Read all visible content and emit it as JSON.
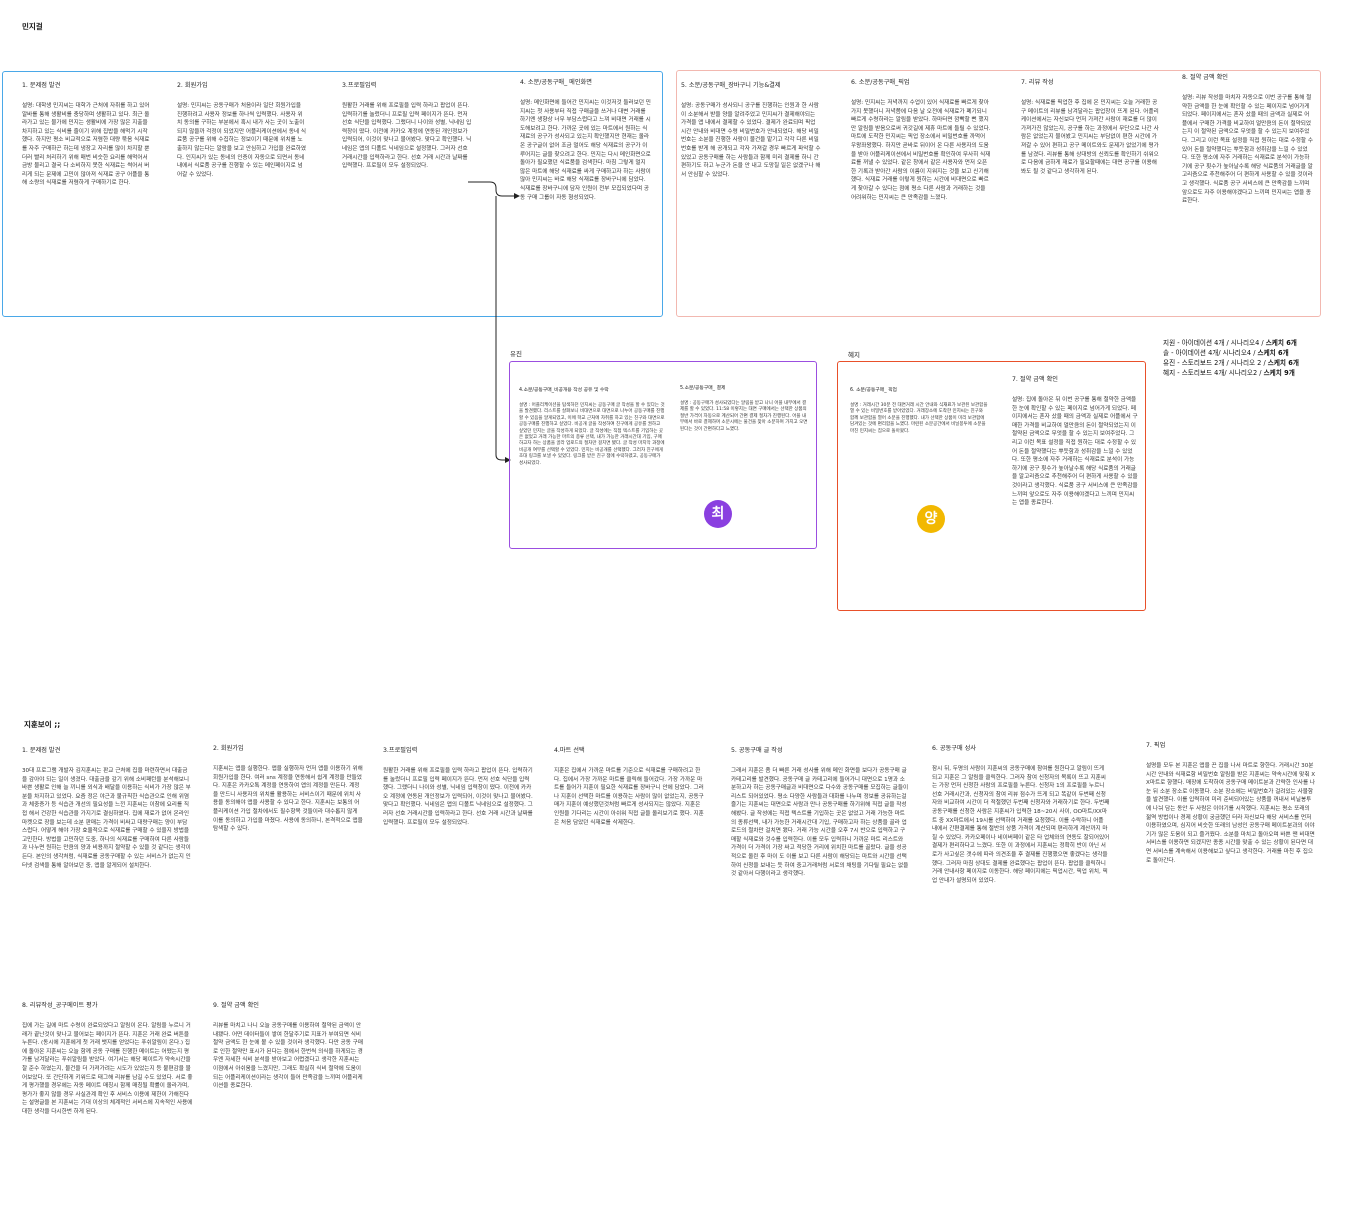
{
  "board": {
    "section_a_label": "민지걸",
    "section_b_label": "지훈보이 ;;"
  },
  "blue_group": [
    {
      "title": "1. 문제점 발견",
      "body": "설명: 대학생 민지씨는 대학가 근처에 자취를 하고 있어 알바를 통해 생활비를 충당하며 생활하고 있다. 최근 올라가고 있는 물가에 민지는 생활비에 가장 많은 지출을 차지하고 있는 식비를 줄이기 위해 집밥을 해먹기 시작했다. 하지만 평소 비교적으로 저렴한 대량 묶음 식재료를 자주 구매하곤 하는데 냉장고 자리를 많이 차지할 뿐더러 빨리 처리하기 위해 매번 비슷한 요리를 해먹어서 금방 물리고 결국 다 소비하지 못한 식재료는 썩어서 버리게 되는 문제에 고민이 많아져 식재료 공구 어플을 통해 소량의 식재료를 저렴하게 구매하기로 한다."
    },
    {
      "title": "2. 회원가입",
      "body": "설명: 민지씨는 공동구매가 처음이라 일단 회원가입을 진행하려고 사용자 정보를 하나씩 입력했다. 사용자 위치 동의를 구하는 부분에서 혹시 내가 사는 곳이 노출이 되지 않을까 걱정이 되었지만 어플리케이션에서 동네 식료품 공구를 위해 수집하는 정보이기 때문에 위치를 노출하지 않는다는 알람을 보고 안심하고 가입을 완료하였다. 인지씨가 있는 동네의 인증이 자동으로 되면서 동네 내에서 식료품 공구를 진행할 수 있는 메인페이지로 넘어갈 수 있었다."
    },
    {
      "title": "3.프로필입력",
      "body": "원활한 거래를 위해 프로필을 입력 하라고 팝업이 뜬다. 입력하기를 눌렀더니 프로필 입력 페이지가 뜬다. 먼저 선호 식단을 입력했다. 그랬더니 나이와 성별, 닉네임 입력창이 떴다. 이전에 카카오 계정에 연동된 개인정보가 입력되어, 이것이 맞나고 물어봤다. 맞다고 확인했다. 닉네임은 앱의 디폴트 닉네임으로 설정했다. 그러자 선호 거래시간을 입력하라고 한다. 선호 거래 시간과 날짜를 입력했다. 프로필이 모두 설정되었다."
    },
    {
      "title": "4. 소분/공동구매_ 메인화면",
      "body": "설명: 메인화면에 들어간 민지씨는 이것저것 둘러보던 민지씨는 첫 사용부터 직접 구매글을 쓰거나 대변 거래를 하기엔 생향상 너무 부담스럽다고 느껴 비대면 거래를 시도해보려고 한다. 가까운 곳에 있는 마트에서 원하는 식재료의 공구가 성사되고 있는지 확인했지만 현재는 올라온 공구글이 없어 조금 멀어도 해당 식재료의 공구가 이루어지는 글을 찾으려고 한다. 민지는 다시 메인화면으로 돌아가 필요했던 식료품을 검색한다. 마침 그렇게 멀지 않은 마트에 해당 식재료를 싸게 구매하고자 하는 사람이 많아 민지씨는 바로 해당 식재료를 장바구니에 담았다. 식재료를 장바구니에 담자 인원이 전부 모집되었다며 공동 구매 그룹이 자동 형성되었다."
    }
  ],
  "red_group": [
    {
      "title": "5. 소분/공동구매_장바구니 기능&결제",
      "body": "설명: 공동구매가 성사되니 공구를 진행하는 인원과 한 사람이 소분해서 받을 양을 알려주었고 민지씨가 결제해야되는 가격을 앱 내에서 결제할 수 있었다. 결제가 완료되며 픽업 시간 안내와 비대면 수령 비밀번호가 안내되었다. 해당 비밀번호는 소분을 진행한 사람이 물건을 맡기고 각각 다른 비밀번호를 받게 해 공개되고 각자 가져갈 경우 빠르게 파악할 수 있었고 공동구매를 하는 사람들과 함께 미리 결제를 하니 간편하기도 하고 누군가 돈을 안 내고 도망칠 일은 없겠구나 해서 안심할 수 있었다."
    },
    {
      "title": "6. 소분/공동구매_픽업",
      "body": "설명: 민지씨는 저녁까지 수업이 있어 식재료를 빠르게 찾아가지 못했더니 저녁쯤에 다음 날 오전에 식재료가 폐기되니 빠르게 수령하라는 알림을 받았다. 하마터면 깜빡할 뻔 했지만 알림을 받음으로써 귀갓길에 제휴 마트에 들릴 수 있었다. 마트에 도착한 민지씨는 픽업 장소에서 비밀번호를 까먹어 우왕좌왕했다. 하지만 곧바로 뒤이어 온 다른 사용자의 도움을 받아 어플리케이션에서 비밀번호를 확인하여 무사히 식재료를 꺼낼 수 있었다. 같은 창에서 같은 사용자와 먼저 오픈한 기록과 받아간 사람의 이름이 지워지는 것을 보고 신기해했다. 식재료 거래를 이렇게 원하는 시간에 비대면으로 빠르게 찾아갈 수 있다는 점에 평소 다른 사람과 거래하는 것을 어려워하는 민지씨는 큰 만족감을 느꼈다."
    },
    {
      "title": "7. 리뷰 작성",
      "body": "설명: 식재료를 픽업한 후 집에 온 민지씨는 오늘 거래한 공구 메이트의 리뷰를 남겨달라는 팝업창이 뜨게 된다. 어플리케이션에서는 자신보다 먼저 가져간 사람이 재료를 더 많이 가져가진 않았는지, 공구를 하는 과정에서 무단으로 나간 사람은 없었는지 물어봤고 민지씨는 부담없이 편한 시간에 가져갈 수 있어 편하고 공구 메이트와도 문제가 없었기에 평가를 남겼다. 리뷰를 통해 상대방의 신뢰도를 확인하기 쉬워으로 다음에 금하게 재료가 필요할때에는 대면 공구를 이용해봐도 될 것 같다고 생각하게 된다."
    },
    {
      "title": "8. 절약 금액 확인",
      "body": "설명: 리뷰 작성을 마치자 자동으로 이번 공구를 통해 절약한 금액을 한 눈에 확인할 수 있는 페이지로 넘어가게 되었다. 페이지에서는 혼자 샀을 때의 금액과 실제로 어플에서 구매한 가격을 비교하여 얼만큼의 돈이 절약되었는지 이 절약된 금액으로 무엇을 할 수 있는지 보여주었다. 그리고 이런 목표 설정을 직접 원하는 대로 수정할 수 있어 돈을 절약했다는 뿌듯함과 성취감을 느낄 수 있었다. 또한 평소에 자주 거래하는 식재료로 분석이 가능하기에 공구 횟수가 높아날수록 해당 식료품의 거래글을 알고리즘으로 추천해주어 더 편하게 사용할 수 있을 것이라고 생각했다. 식료품 공구 서비스에 큰 만족감을 느끼며 앞으로도 자주 이용해야겠다고 느끼며 민지씨는 앱을 종료한다."
    }
  ],
  "yujin": {
    "label": "유진",
    "cols": [
      {
        "title": "4.소분/공동구매_비공개용 작성 공유 및 수락",
        "body": "설명 : 어플리케이션을 탐색하던 민지씨는 공동구매 글 작성을 할 수 있다는 것을 발견했다. 리스트를 살펴보니 비대면으로 대면으로 나누어 공동구매를 진행할 수 있음을 알게되었고, 이에 학교 근처에 자취를 하고 있는 친구와 대면으로 공동구매를 진행하고 싶었다. 비공개 글을 작성하여 친구에게 공유를 권하고 싶었던 민지는 글을 작성하게 되었다. 글 작성에는 직접 텍스트를 기입하는 곳은 없었고 거래 가능한 마트의 종류 선택, 내가 가능한 거래시간대 기입, 구매하고자 하는 상품을 골라 업로드의 절차만 걸치면 됐다. 글 작성 마지막 과정에 비공개 여부를 선택할 수 있었다. 민지는 비공개를 선택했다. 그러자 친구에게 초대 링크를 보낼 수 있었다. 링크를 받은 친구 잼에 수락하였고, 공동구매가 성사되었다."
      },
      {
        "title": "5.소분/공동구매_ 결제",
        "body": "설명 : 공동구매가 성사되었다는 알림을 받고 나니 어플 내부에서 결제를 할 수 있었다. 11:58 이렇지는 대면 구매에서는 선택한 상품의 절반 가격이 자동으로 계산되어 간편 결제 절차가 진행된다. 어플 내부에서 바로 결제하며 소분시에는 물건을 찾아 소분하며 가지고 오면 된다는 것이 간편하다고 느꼈다."
      }
    ],
    "avatar": "최"
  },
  "hyeji": {
    "label": "혜지",
    "cols": [
      {
        "title": "6. 소분/공동구매_ 픽업",
        "body": "설명 : 거래시간 30분 전 대면거래 시간 안내와 식재료가 보관된 보관함을 열 수 있는 비밀번호를 받아았었다. 거래장소에 도착한 민지씨는 친구와 함께 보관함을 열어 소분을 진행했다. 내가 선택한 상품이 미리 보관함에 담겨있는 것에 편리함을 느꼈다. 마련된 소분공간에서 비닐봉투에 소분을 마친 민지씨는 집으로 돌아왔다."
      },
      {
        "title": "7. 절약 금액 확인",
        "body": "설명: 집에 돌아온 뒤 이번 공구를 통해 절약한 금액을 한 눈에 확인할 수 있는 페이지로 넘어가게 되었다. 페이지에서는 혼자 샀을 때의 금액과 실제로 어플에서 구매한 가격을 비교하여 얼만큼의 돈이 절약되었는지 이 절약된 금액으로 무엇을 할 수 있는지 보여주었다. 그리고 이런 목표 설정을 직접 원하는 대로 수정할 수 있어 돈을 절약했다는 뿌듯함과 성취감을 느낄 수 있었다. 또한 평소에 자주 거래하는 식재료로 분석이 가능하기에 공구 횟수가 높아날수록 해당 식료품의 거래글을 알고리즘으로 추천해주어 더 편하게 사용할 수 있을 것이라고 생각했다. 식료품 공구 서비스에 큰 만족감을 느끼며 앞으로도 자주 이용해야겠다고 느끼며 민지씨는 앱을 종료한다."
      }
    ],
    "avatar": "양"
  },
  "legend": [
    {
      "text": "지원 - 아이데이션 4개 / 시나리오4 /",
      "bold": "스케치 6개"
    },
    {
      "text": "솔 - 아이데이션 4개/ 시나리오4 /",
      "bold": "스케치 6개"
    },
    {
      "text": "유진 - 스토리보드 2개 / 시나리오 2 /",
      "bold": "스케치 6개"
    },
    {
      "text": "혜지 - 스토리보드 4개/ 시나리오2 /",
      "bold": "스케치 9개"
    }
  ],
  "jihoon_row1": [
    {
      "title": "1. 문제점 발견",
      "body": "30대 프로그램 개발자 김지훈씨는 판교 근처에 집을 마련하면서 대출금을 갚아야 되는 일이 생겼다. 대출금을 갚기 위해 소비패턴을 분석해보니 바쁜 생활로 인해 늘 끼니를 외식과 배달을 이용하는 식비가 가장 많은 부분을 차지하고 있었다. 요즘 정은 야근과 불규칙한 식습관으로 인해 위염과 체중증가 등 식습관 개선의 필요성을 느낀 지훈씨는 이참에 요리를 직접 해서 건강한 식습관을 가지기로 결심하였다. 집에 재료가 없어 온라인 마켓으로 장을 보는데 소분 판매는 가격이 비싸고 대량구매는 양이 부담스럽다. 어떻게 해야 가장 효율적으로 식재료를 구매할 수 있을지 방법을 고민한다. 방법을 고민하던 도중, 하나의 식재료를 구매하여 다른 사람들과 나누면 원하는 만큼의 양과 비용까지 절약할 수 있을 것 같다는 생각이 든다. 본인의 생각처럼, 식재료를 공동구매할 수 있는 서비스가 없는지 인터넷 검색을 통해 알아보던 중, 앱을 알게되어 설치한다."
    },
    {
      "title": "2. 회원가입",
      "body": "지훈씨는 앱을 실행한다. 앱을 실행하자 먼저 앱을 이용하기 위해 회원가입을 한다. 여러 sns 계정을 연동해서 쉽게 계정을 만들었다. 지훈은 카카오톡 계정을 연동하여 앱의 계정을 만든다. 계정을 만드니 사용자의 위치를 활용하는 서비스이기 때문에 위치 사용을 동의해야 앱을 사용할 수 있다고 한다. 지훈씨는 보통의 어플리케이션 가입 절차에서도 필수항목 것들이라 대수롭지 않게 이를 동의하고 가입을 마쳤다. 사용에 동의하니, 본격적으로 앱을 탐색할 수 있다."
    },
    {
      "title": "3.프로필입력",
      "body": "원활한 거래를 위해 프로필을 입력 하라고 팝업이 뜬다. 입력하기를 눌렀더니 프로필 입력 페이지가 뜬다. 먼저 선호 식단을 입력했다. 그랬더니 나이와 성별, 닉네임 입력창이 떴다. 이전에 카카오 계정에 연동된 개인정보가 입력되어, 이것이 맞나고 물어봤다. 맞다고 확인했다. 닉네임은 앱의 디폴트 닉네임으로 설정했다. 그러자 선호 거래시간을 입력하라고 한다. 선호 거래 시간과 날짜를 입력했다. 프로필이 모두 설정되었다."
    },
    {
      "title": "4.마트 선택",
      "body": "지훈은 집에서 가까운 마트를 기준으로 식재료를 구매하려고 한다. 집에서 가장 가까운 마트를 클릭해 들어갔다. 가장 가까운 마트를 들어가 지훈이 필요한 식재료를 장바구니 안에 담았다. 그러나 지훈이 선택한 마트를 이용하는 사람이 많이 없었는지, 공동구매가 지훈이 예상했던것처럼 빠르게 성사되지는 않았다. 지훈은 인원을 기다리는 시간이 아쉬워 직접 글을 올리보기로 했다. 지훈은 처음 담았던 식재료를 삭제한다."
    },
    {
      "title": "5. 공동구매 글 작성",
      "body": "그래서 지훈은 좀 더 빠른 거래 성사를 위해 메인 화면을 보다가 공동구매 글 카테고리를 발견했다. 공동구매 글 카테고리에 들어가니 대면으로 1명과 소분하고자 하는 공동구매글과 비대면으로 다수와 공동구매를 모집하는 글들이 리스트 되어있었다. 평소 다양한 사람들과 대화를 나누며 정보를 공유하는걸 즐기는 지훈씨는 대면으로 사람과 만나 공동구매를 하기위해 직접 글을 작성해봤다. 글 작성에는 직접 텍스트를 기입하는 곳은 없었고 거래 가능한 마트의 종류선택, 내가 가능한 거래시간대 기입, 구매하고자 하는 상품을 골라 업로드의 절차만 걸치면 됐다. 거래 가능 시간을 오후 7시 반으로 입력하고 구매할 식재료와 것수를 입력한다. 이를 모두 입력하니 가까운 마트 리스트와 가격이 더 가격이 가장 싸고 적당한 거리에 위치한 마트를 골랐다. 글을 성공적으로 올린 후 마이 도 이를 보고 다른 사람이 해당되는 마트와 시간을 선택하여 신청을 보내는 듯 하여 중고거래처럼 서로의 채팅을 기다릴 필요는 없을 것 같아서 다행이라고 생각했다."
    },
    {
      "title": "6. 공동구매 성사",
      "body": "잠시 뒤, 두명의 사람이 지훈씨의 공동구매에 참여를 원한다고 알림이 뜨게 되고 지훈은 그 알림을 클릭한다. 그러자 참여 신청자의 목록이 뜨고 지훈씨는 가장 먼저 신청한 사람의 프로필을 누른다. 신청자 1의 프로필을 누르니 선호 거래시간과, 신청자의 참여 리뷰 점수가 뜨게 되고 똑같이 두번째 신청자와 비교하여 시간이 더 적절했던 두번째 신청자와 거래하기로 한다. 두번째 공동구매를 신청한 사람은 지훈씨가 입력한 18~20시 사이, OO마트/XX마트 중 XX마트에서 19시를 선택하여 거래를 요청했다. 이를 수락하니 어플 내에서 간편결제를 통해 절반의 상품 가격이 계산되며 편리하게 계산까지 마칠 수 있었다. 카카오페이나 네이버페이 같은 타 업체와의 연동도 잘되어있어 결제가 편리하다고 느꼈다. 또한 이 과정에서 지훈씨는 정확히 반이 아닌 서로가 사고싶은 갯수에 따라 의견조율 후 결제를 진행했으면 좋겠다는 생각을 했다. 그러자 마침 상대도 결제를 완료했다는 팝업이 뜬다. 팝업을 클릭하니 거래 안내사항 페이지로 이동한다. 해당 페이지에는 픽업시간, 픽업 위치, 픽업 안내가 설명되어 있었다."
    },
    {
      "title": "7. 픽업",
      "body": "설명을 모두 본 지훈은 앱을 끈 집을 나서 마트로 향한다. 거래시간 30분 시간 안내와 식재료함 비밀번호 알림을 받은 지훈씨는 약속시간에 맞춰 XX마트로 향했다. 매장에 도착하여 공동구매 메이트분과 간략한 인사를 나눈 뒤 소분 장소로 이동했다. 소분 장소에는 비밀번호가 걸려있는 사물함을 발견했다. 이를 입력하여 미리 준비되어있는 상품을 꺼내서 비닐봉투에 나눠 담는 동안 두 사람은 이야기를 시작했다. 지훈씨는 평소 또래의 젊역 방법이나 경제 상황이 궁금했던 터라 자신보다 해당 서비스를 먼저 이용하였으며, 심지어 비슷한 또래의 남성인 공동구매 메이트분과의 이야기가 많은 도움이 되고 즐거웠다. 소분을 마치고 돌아오며 바쁜 땐 비대면 서비스를 이용하면 되겠지만 종종 시간을 맞출 수 있는 상황이 된다면 대면 서비스를 계속해서 이용해보고 싶다고 생각한다. 거래를 마친 후 집으로 돌아간다."
    }
  ],
  "jihoon_row2": [
    {
      "title": "8. 리뷰작성_공구메이트 평가",
      "body": "집에 가는 길에 마트 수령이 완료되었다고 알림이 온다. 알림을 누르니 거래가 끝난것이 맞나고 물어보는 페이지가 뜬다. 지훈은 거래 완료 버튼을 누른다. (동시에 지훈에게 첫 거래 뱃지를 얻었다는 푸쉬알림이 온다.) 집에 돌아온 지훈씨는 오늘 함께 공동 구매를 진행한 메이트는 어땠는지 평가를 남겨달라는 푸쉬알림을 받았다. 여기서는 해당 메이트가 약속시간을 잘 준수 하였는지, 물건을 더 가져가려는 시도가 있었는지 등 불편감을 물어보았다. 또 간단하게 키워드로 태그해 리뷰를 남길 수도 있었다. 서로 좋게 평가했을 경우에는 자동 메이트 매칭시 함께 매칭될 확률이 올라가며, 평가가 좋지 않을 경우 사실관계 확인 후 서비스 이용에 제한이 가해진다는 설명글을 본 지훈씨는 기대 이상의 체계적인 서비스에 지속적인 사용에 대한 생각을 다시한번 하게 된다."
    },
    {
      "title": "9. 절약 금액 확인",
      "body": "리뷰를 마치고 나니 오늘 공동구매를 이용하여 절약된 금액이 안내됐다. 어떤 데이터들이 쌓여 한달주기로 지표가 부여되면 식비 절약 금액도 한 눈에 볼 수 있을 것이라 생각했다. 다만 공동 구매로 인한 절약만 표시가 된다는 점에서 한번씩 의식을 하게되는 경우엔 자세한 식비 분석을 받아보고 어렵겠다고 생각한 지훈씨는 이점에서 아쉬움을 느꼈지만, 그래도 확실히 식비 절약에 도움이 되는 어플리케이션이라는 생각이 들어 만족감을 느끼며 어플리케이션을 종료한다."
    }
  ]
}
